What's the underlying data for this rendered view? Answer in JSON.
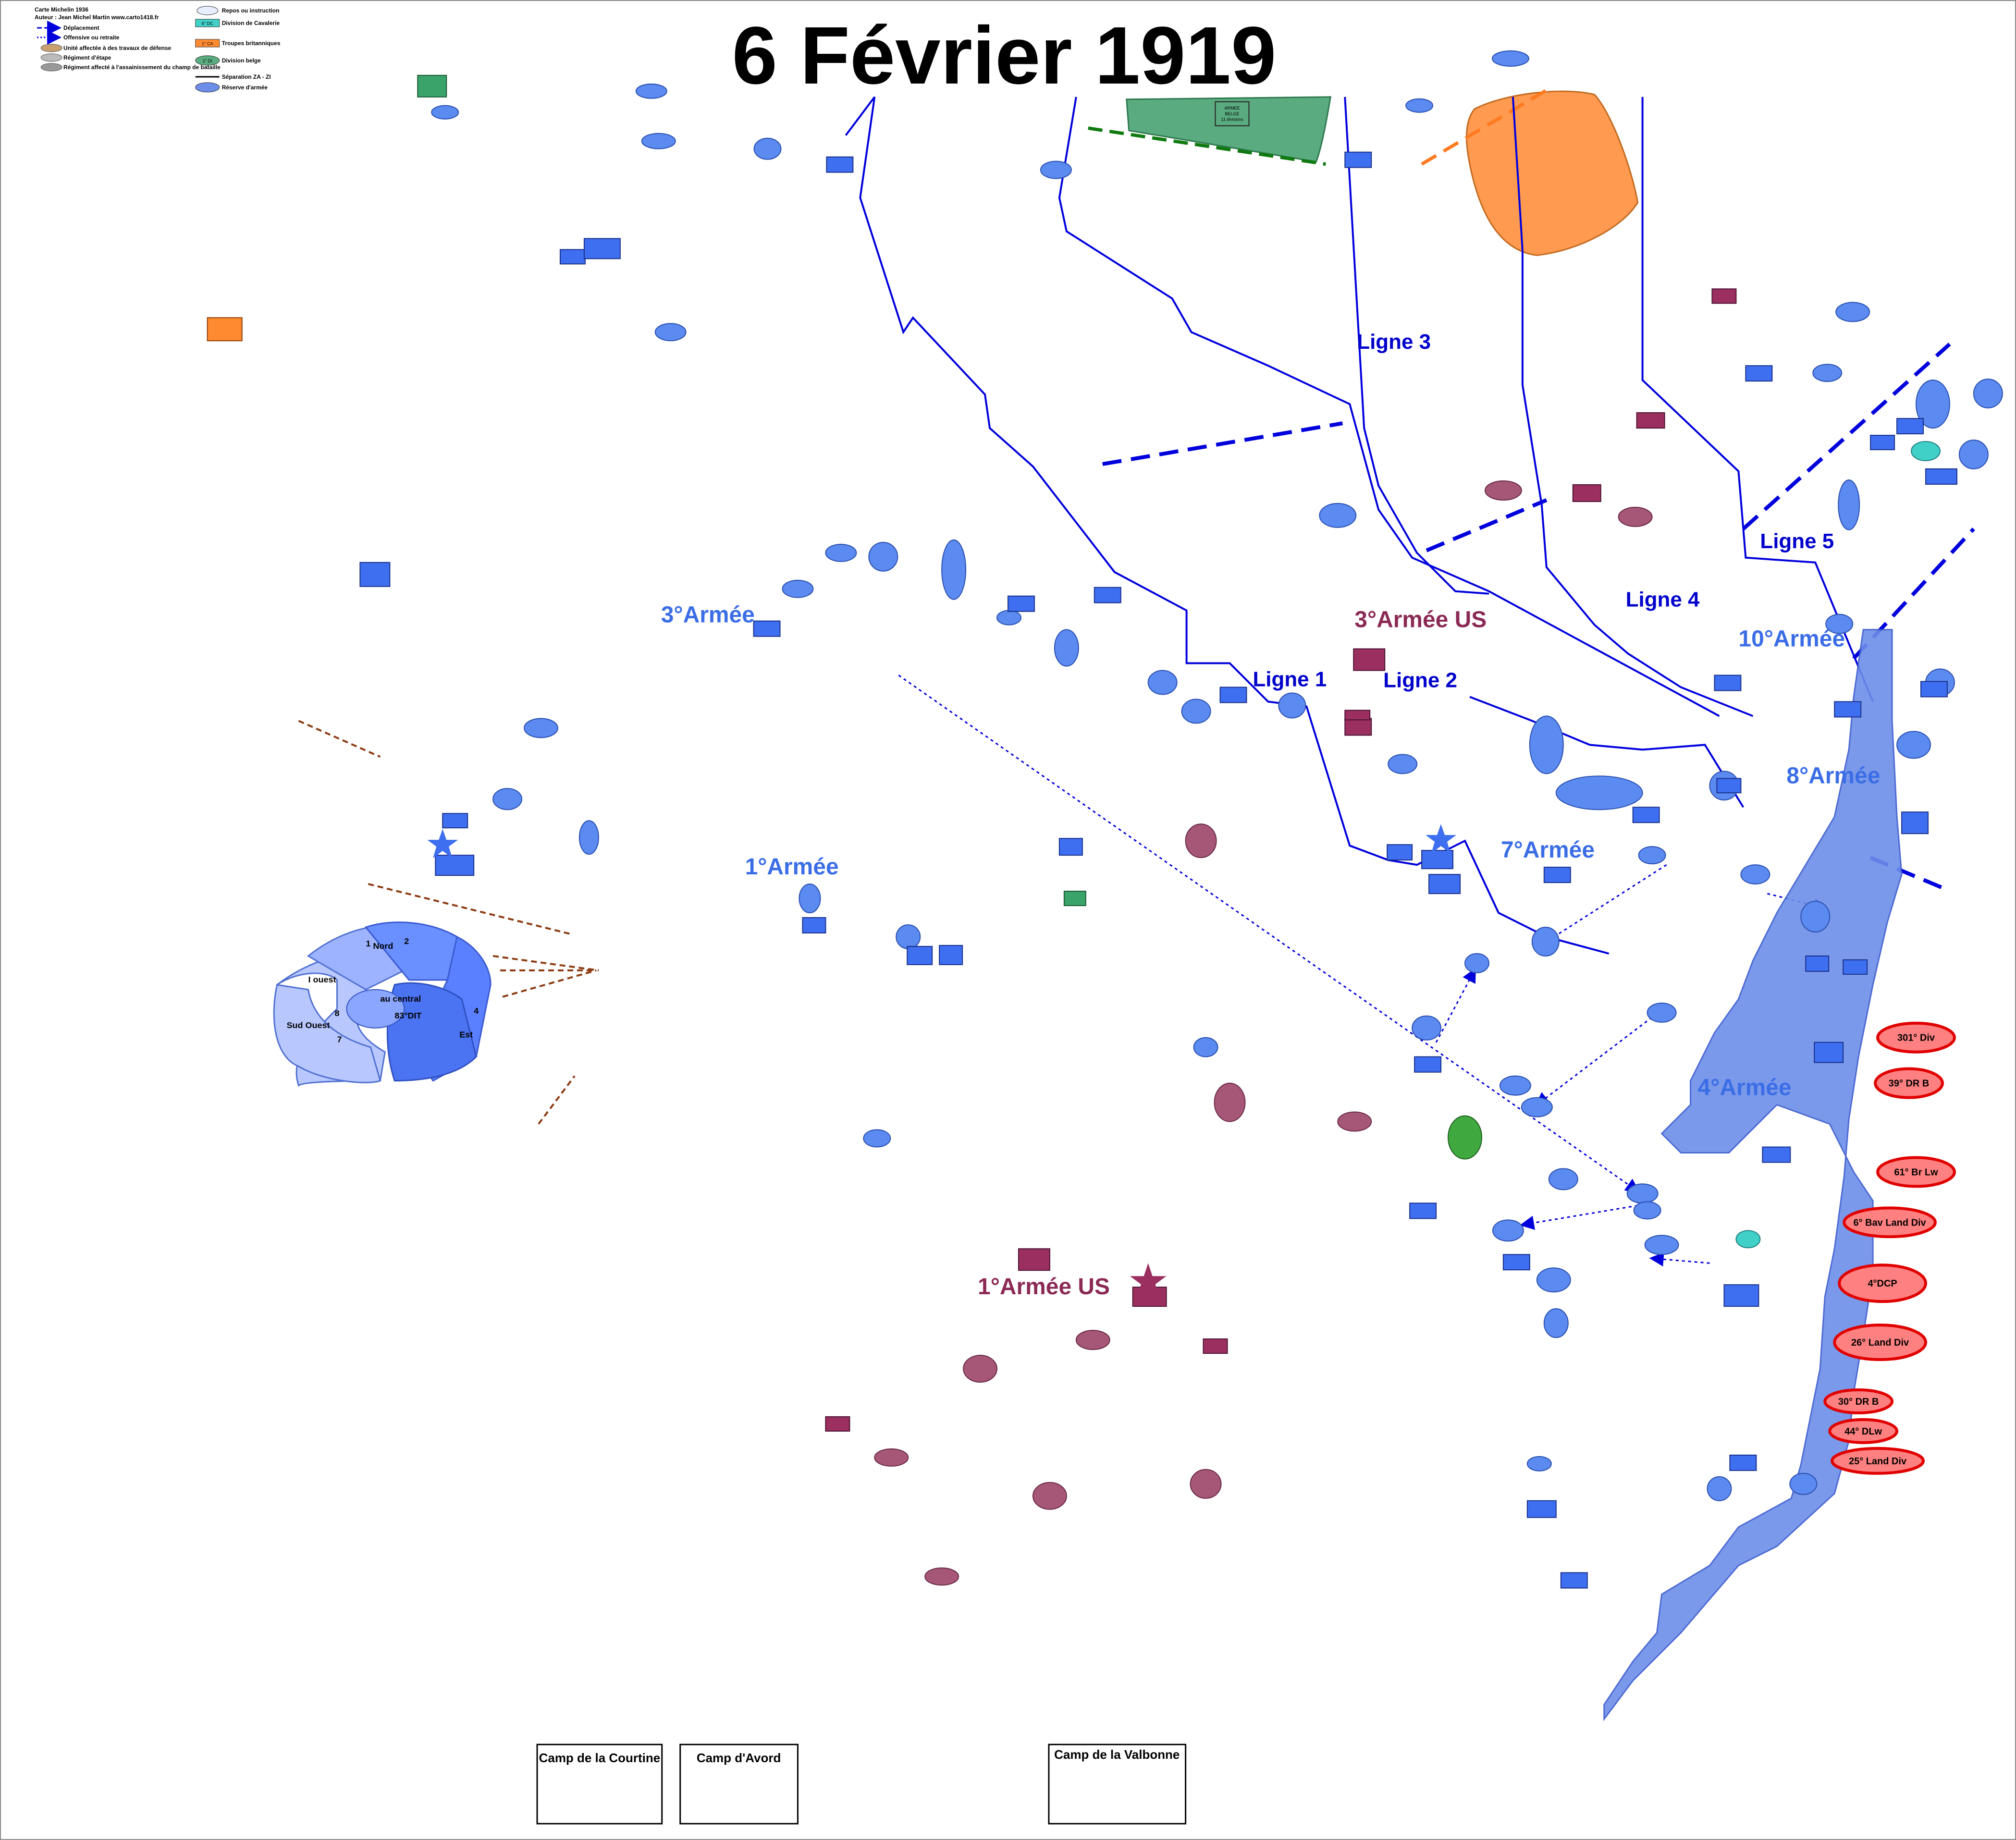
{
  "title": "6 Février 1919",
  "legend": {
    "header_line1": "Carte Michelin 1936",
    "header_line2": "Auteur : Jean Michel Martin  www.carto1418.fr",
    "items": [
      {
        "label": "Déplacement",
        "symbol": "dashed-arrow"
      },
      {
        "label": "Offensive ou retraite",
        "symbol": "dotted-arrow"
      },
      {
        "label": "Unité affectée à des travaux de défense",
        "symbol": "brown-blob"
      },
      {
        "label": "Régiment d'étape",
        "symbol": "grey-blob"
      },
      {
        "label": "Régiment affecté à l'assainissement du champ de bataille",
        "symbol": "grey-blob-dark"
      },
      {
        "label": "Repos ou instruction",
        "symbol": "light-blue-ellipse"
      },
      {
        "label": "Division de Cavalerie",
        "symbol": "cyan-rect",
        "sample": "6° DC"
      },
      {
        "label": "Troupes britanniques",
        "symbol": "orange-rect",
        "sample": "1° CA"
      },
      {
        "label": "Division belge",
        "symbol": "green-ellipse",
        "sample": "1° DI"
      },
      {
        "label": "Séparation ZA - ZI",
        "symbol": "black-line"
      },
      {
        "label": "Réserve d'armée",
        "symbol": "blue-blob"
      }
    ]
  },
  "lines": [
    "Ligne 1",
    "Ligne 2",
    "Ligne 3",
    "Ligne 4",
    "Ligne 5"
  ],
  "armies_fr": [
    "3°Armée",
    "1°Armée",
    "7°Armée",
    "8°Armée",
    "10°Armée",
    "4°Armée"
  ],
  "armies_us": [
    "3°Armée US",
    "1°Armée US"
  ],
  "german_divisions": [
    "301° Div",
    "39° DR B",
    "61° Br Lw",
    "6° Bav Land Div",
    "4°DCP",
    "26° Land Div",
    "30° DR B",
    "44° DLw",
    "25° Land Div"
  ],
  "belgian_army": {
    "line1": "ARMEE",
    "line2": "BELGE",
    "line3": "11 divisions"
  },
  "sectors": {
    "north": "1",
    "nord_label": "Nord",
    "ouest": "I ouest",
    "central": "au central",
    "sud_ouest": "Sud Ouest",
    "n7": "7",
    "n8": "8",
    "n2": "2",
    "n4": "4",
    "est": "Est",
    "dit": "83°DIT"
  },
  "camps": [
    "Camp de la Courtine",
    "Camp d'Avord",
    "Camp de la Valbonne"
  ],
  "colors": {
    "french_unit": "#5b8af0",
    "us_unit": "#a65777",
    "line_blue": "#0000dd",
    "german_fill": "#ff8080",
    "british": "#ff9a50",
    "belgian": "#5aab7f"
  }
}
